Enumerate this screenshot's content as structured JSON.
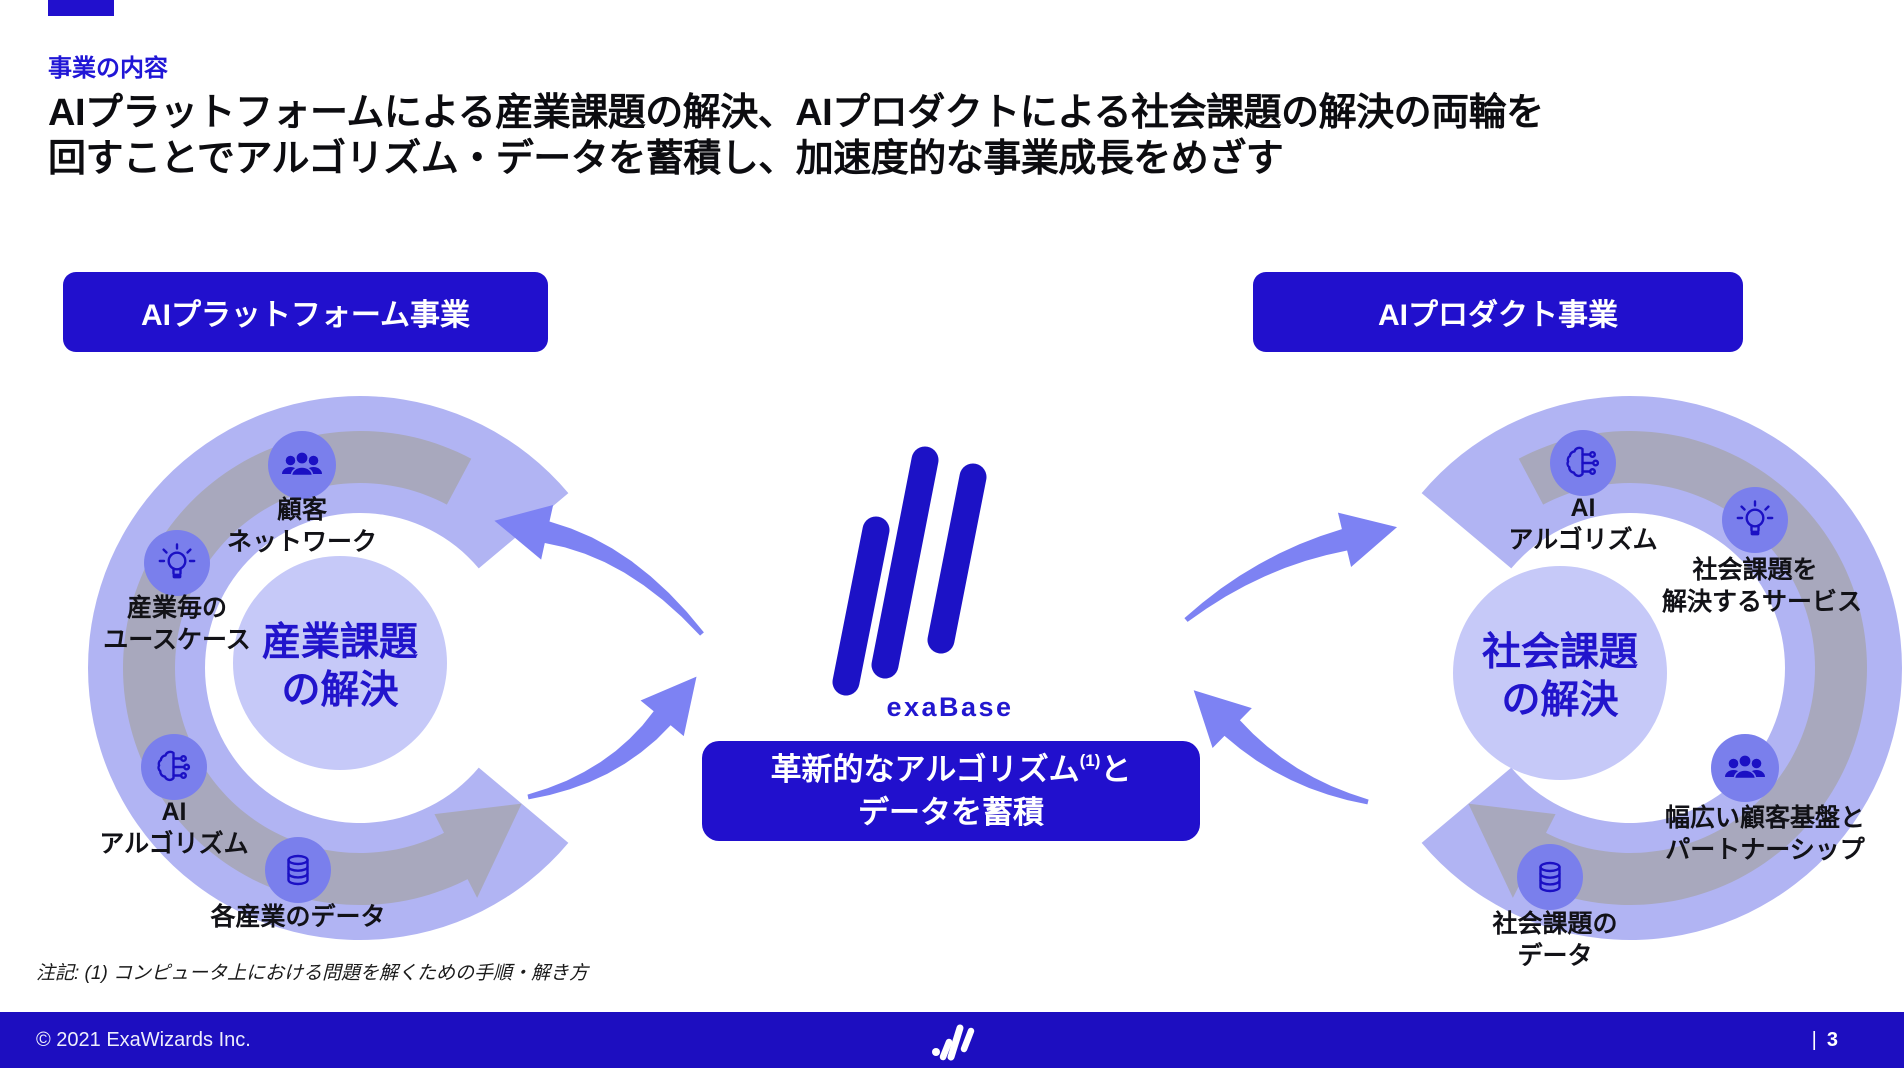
{
  "slide": {
    "eyebrow": "事業の内容",
    "title_line1": "AIプラットフォームによる産業課題の解決、AIプロダクトによる社会課題の解決の両輪を",
    "title_line2": "回すことでアルゴリズム・データを蓄積し、加速度的な事業成長をめざす",
    "footnote": "注記: (1) コンピュータ上における問題を解くための手順・解き方"
  },
  "left_diagram": {
    "header": "AIプラットフォーム事業",
    "center": {
      "line1": "産業課題",
      "line2": "の解決"
    },
    "nodes": [
      {
        "icon": "people-icon",
        "line1": "顧客",
        "line2": "ネットワーク"
      },
      {
        "icon": "lightbulb-icon",
        "line1": "産業毎の",
        "line2": "ユースケース"
      },
      {
        "icon": "brain-icon",
        "line1": "AI",
        "line2": "アルゴリズム"
      },
      {
        "icon": "database-icon",
        "line1": "各産業のデータ",
        "line2": ""
      }
    ]
  },
  "right_diagram": {
    "header": "AIプロダクト事業",
    "center": {
      "line1": "社会課題",
      "line2": "の解決"
    },
    "nodes": [
      {
        "icon": "brain-icon",
        "line1": "AI",
        "line2": "アルゴリズム"
      },
      {
        "icon": "lightbulb-icon",
        "line1": "社会課題を",
        "line2": "解決するサービス"
      },
      {
        "icon": "people-icon",
        "line1": "幅広い顧客基盤と",
        "line2": "パートナーシップ"
      },
      {
        "icon": "database-icon",
        "line1": "社会課題の",
        "line2": "データ"
      }
    ]
  },
  "hub": {
    "logo_text": "exaBase",
    "box_line1_pre": "革新的なアルゴリズム",
    "box_line1_sup": "(1)",
    "box_line1_post": "と",
    "box_line2": "データを蓄積"
  },
  "footer": {
    "copyright": "© 2021 ExaWizards Inc.",
    "separator": "|",
    "page_number": "3"
  },
  "colors": {
    "brand_blue": "#2110cd",
    "footer_blue": "#1d0ec0",
    "accent_text_blue": "#2016d6",
    "center_text_blue": "#2114cc",
    "ring_light": "#b1b4f3",
    "ring_gray": "#a8a8bd",
    "center_circle_fill": "#c6c9f8",
    "icon_circle_fill": "#7a7fec",
    "icon_glyph": "#1b10c4",
    "flow_arrow": "#7d82f3"
  }
}
